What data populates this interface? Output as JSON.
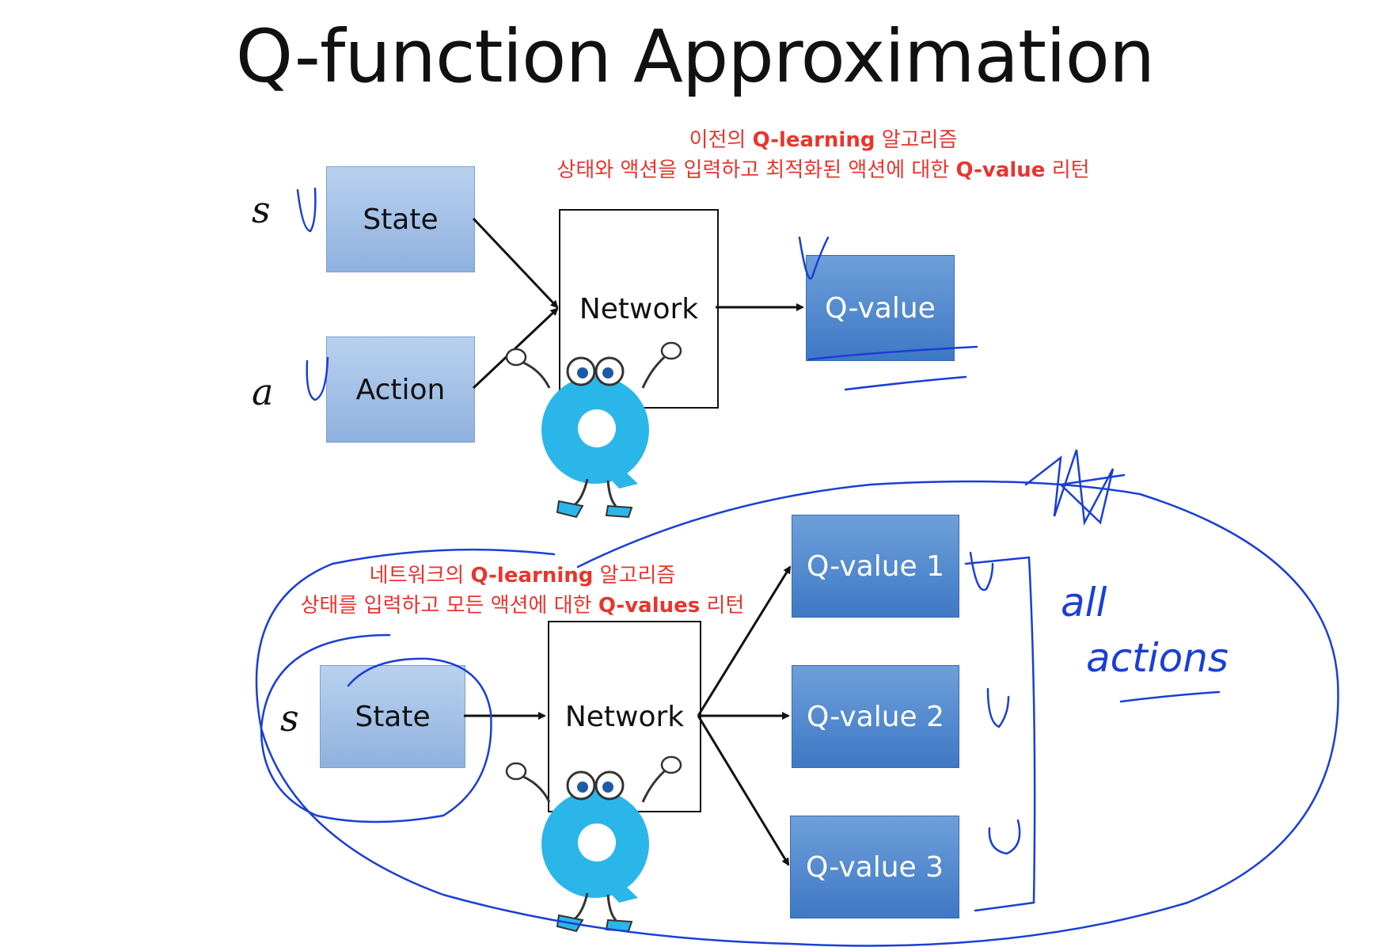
{
  "title": "Q-function Approximation",
  "top": {
    "note_line1_pre": "이전의 ",
    "note_line1_bold": "Q-learning",
    "note_line1_post": " 알고리즘",
    "note_line2_pre": "상태와 액션을 입력하고 최적화된 액션에 대한 ",
    "note_line2_bold": "Q-value",
    "note_line2_post": " 리턴",
    "var_s": "s",
    "var_a": "a",
    "state_label": "State",
    "action_label": "Action",
    "network_label": "Network",
    "output_label": "Q-value"
  },
  "bottom": {
    "note_line1_pre": "네트워크의 ",
    "note_line1_bold": "Q-learning",
    "note_line1_post": " 알고리즘",
    "note_line2_pre": "상태를 입력하고 모든 액션에 대한 ",
    "note_line2_bold": "Q-values",
    "note_line2_post": " 리턴",
    "var_s": "s",
    "state_label": "State",
    "network_label": "Network",
    "outputs": [
      "Q-value 1",
      "Q-value 2",
      "Q-value 3"
    ]
  },
  "handwriting": {
    "word1": "all",
    "word2": "actions",
    "ink_color": "#1a3fd6"
  },
  "colors": {
    "note_red": "#e8352e",
    "input_box": "#a3c1e8",
    "output_box": "#4f86cc",
    "mascot_blue": "#2bb6ea"
  }
}
